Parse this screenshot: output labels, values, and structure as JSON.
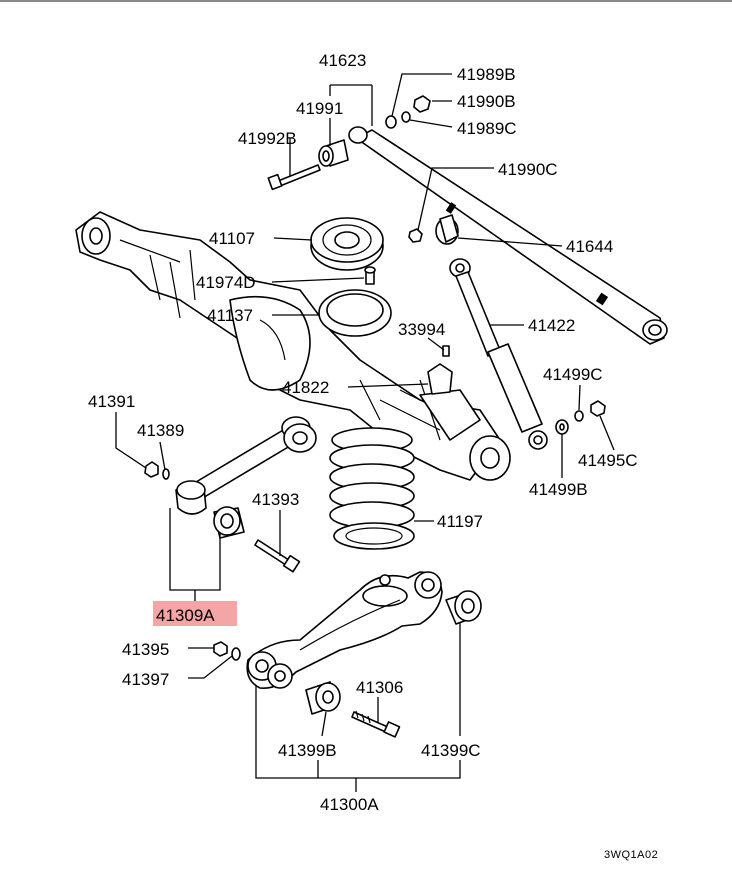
{
  "labels": {
    "p41623": "41623",
    "p41989B": "41989B",
    "p41990B": "41990B",
    "p41991": "41991",
    "p41989C": "41989C",
    "p41992B": "41992B",
    "p41990C": "41990C",
    "p41107": "41107",
    "p41644": "41644",
    "p41974D": "41974D",
    "p41137": "41137",
    "p33994": "33994",
    "p41422": "41422",
    "p41822": "41822",
    "p41391": "41391",
    "p41389": "41389",
    "p41499C": "41499C",
    "p41393": "41393",
    "p41495C": "41495C",
    "p41197": "41197",
    "p41499B": "41499B",
    "p41309A": "41309A",
    "p41395": "41395",
    "p41397": "41397",
    "p41306": "41306",
    "p41399B": "41399B",
    "p41399C": "41399C",
    "p41300A": "41300A"
  },
  "highlighted_part": "41309A",
  "highlight_color": "#f4a6a6",
  "diagram_code": "3WQ1A02"
}
